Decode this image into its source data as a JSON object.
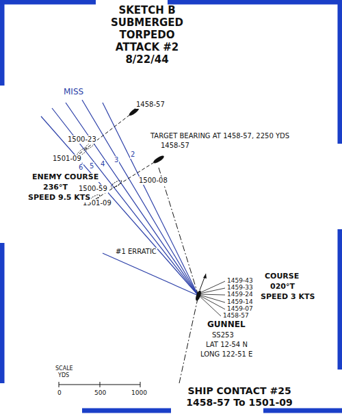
{
  "diagram": {
    "title": "SKETCH B SUBMERGED TORPEDO ATTACK #2 8/22/44",
    "caption": "SHIP CONTACT #25 1458-57 To 1501-09",
    "labels": [
      "MISS",
      "1458-57",
      "1500-23",
      "1501-09",
      "TARGET BEARING AT 1458-57, 2250 YDS",
      "1458-57",
      "2",
      "3",
      "4",
      "5",
      "6",
      "1500-08",
      "1500-59",
      "1501-09",
      "ENEMY COURSE",
      "236°T",
      "SPEED 9.5 KTS",
      "#1 ERRATIC",
      "1459-43",
      "1459-33",
      "1459-24",
      "1459-14",
      "1459-07",
      "1458-57",
      "COURSE",
      "020°T",
      "SPEED 3 KTS",
      "GUNNEL",
      "SS253",
      "LAT 12-54 N",
      "LONG 122-51 E",
      "SCALE",
      "YDS",
      "0",
      "500",
      "1000"
    ]
  }
}
